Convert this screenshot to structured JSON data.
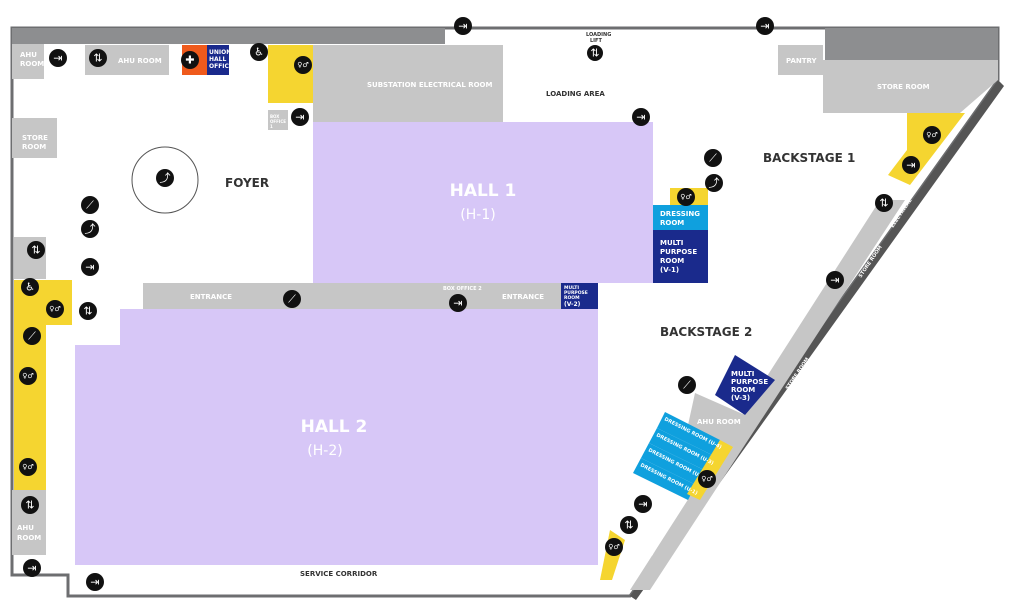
{
  "title": "Floor plan",
  "colors": {
    "hall": "#d7c7f7",
    "service": "#c6c6c6",
    "toilet": "#f5d530",
    "dressing": "#0fa0de",
    "multipurpose": "#1a2a8c",
    "firstaid": "#ef5a1c",
    "wall": "#6d6e70"
  },
  "halls": [
    {
      "name": "HALL 1",
      "code": "(H-1)"
    },
    {
      "name": "HALL 2",
      "code": "(H-2)"
    }
  ],
  "areas": {
    "foyer": "FOYER",
    "backstage1": "BACKSTAGE 1",
    "backstage2": "BACKSTAGE 2",
    "loading_area": "LOADING AREA",
    "service_corridor": "SERVICE CORRIDOR"
  },
  "rooms": {
    "ahu_room_top_left": [
      "AHU",
      "ROOM"
    ],
    "ahu_room_top": "AHU ROOM",
    "union_hall_office": [
      "UNION",
      "HALL",
      "OFFICE"
    ],
    "store_room_left": [
      "STORE",
      "ROOM"
    ],
    "box_office_1": [
      "BOX",
      "OFFICE",
      "1"
    ],
    "substation": "SUBSTATION ELECTRICAL ROOM",
    "loading_lift": [
      "LOADING",
      "LIFT"
    ],
    "pantry": "PANTRY",
    "store_room_right": "STORE ROOM",
    "ahu_room_left": [
      "AHU",
      "ROOM"
    ],
    "ahu_room_bottom_left": [
      "AHU",
      "ROOM"
    ],
    "entrance_left": "ENTRANCE",
    "box_office_2": "BOX OFFICE 2",
    "entrance_right": "ENTRANCE",
    "mpr_v2": [
      "MULTI",
      "PURPOSE",
      "ROOM",
      "(V-2)"
    ],
    "dressing_room": [
      "DRESSING",
      "ROOM"
    ],
    "mpr_v1": [
      "MULTI",
      "PURPOSE",
      "ROOM",
      "(V-1)"
    ],
    "mpr_v3": [
      "MULTI",
      "PURPOSE",
      "ROOM",
      "(V-3)"
    ],
    "ahu_room_backstage": "AHU ROOM",
    "dressing_u4": "DRESSING ROOM (U-4)",
    "dressing_u3": "DRESSING ROOM (U-3)",
    "dressing_u2": "DRESSING ROOM (U-2)",
    "dressing_u1": "DRESSING ROOM (U-1)",
    "electrical_room": "ELECTRICAL ROOM",
    "store_room_diag_1": "STORE ROOM",
    "store_room_diag_2": "STORE ROOM",
    "electrical_diag": "ELECTRICAL"
  },
  "icons": {
    "exit": "⇥",
    "lift": "⇅",
    "toilet": "♀♂",
    "accessible": "♿",
    "stairs": "⟋",
    "escalator": "⤴",
    "firstaid": "✚"
  }
}
